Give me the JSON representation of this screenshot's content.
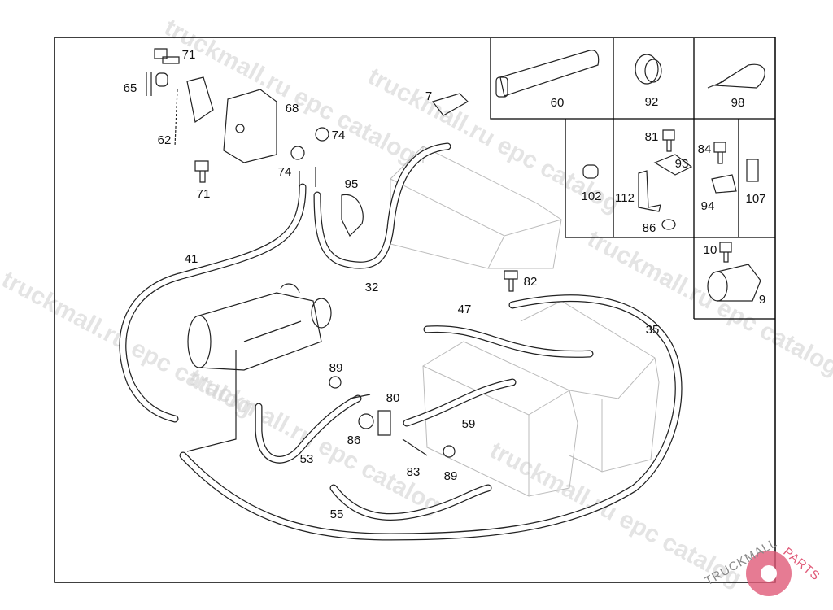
{
  "diagram": {
    "callouts": [
      "71",
      "65",
      "62",
      "68",
      "74",
      "74",
      "71",
      "7",
      "95",
      "41",
      "32",
      "82",
      "47",
      "35",
      "89",
      "80",
      "59",
      "86",
      "53",
      "83",
      "89",
      "55",
      "60",
      "92",
      "98",
      "81",
      "84",
      "93",
      "102",
      "112",
      "94",
      "107",
      "86",
      "10",
      "9"
    ]
  },
  "watermark": {
    "text": "truckmall.ru epc catalog",
    "logo_text_dark": "TRUCKMALL",
    "logo_text_accent": "PARTS",
    "accent_color": "#e05a78"
  }
}
